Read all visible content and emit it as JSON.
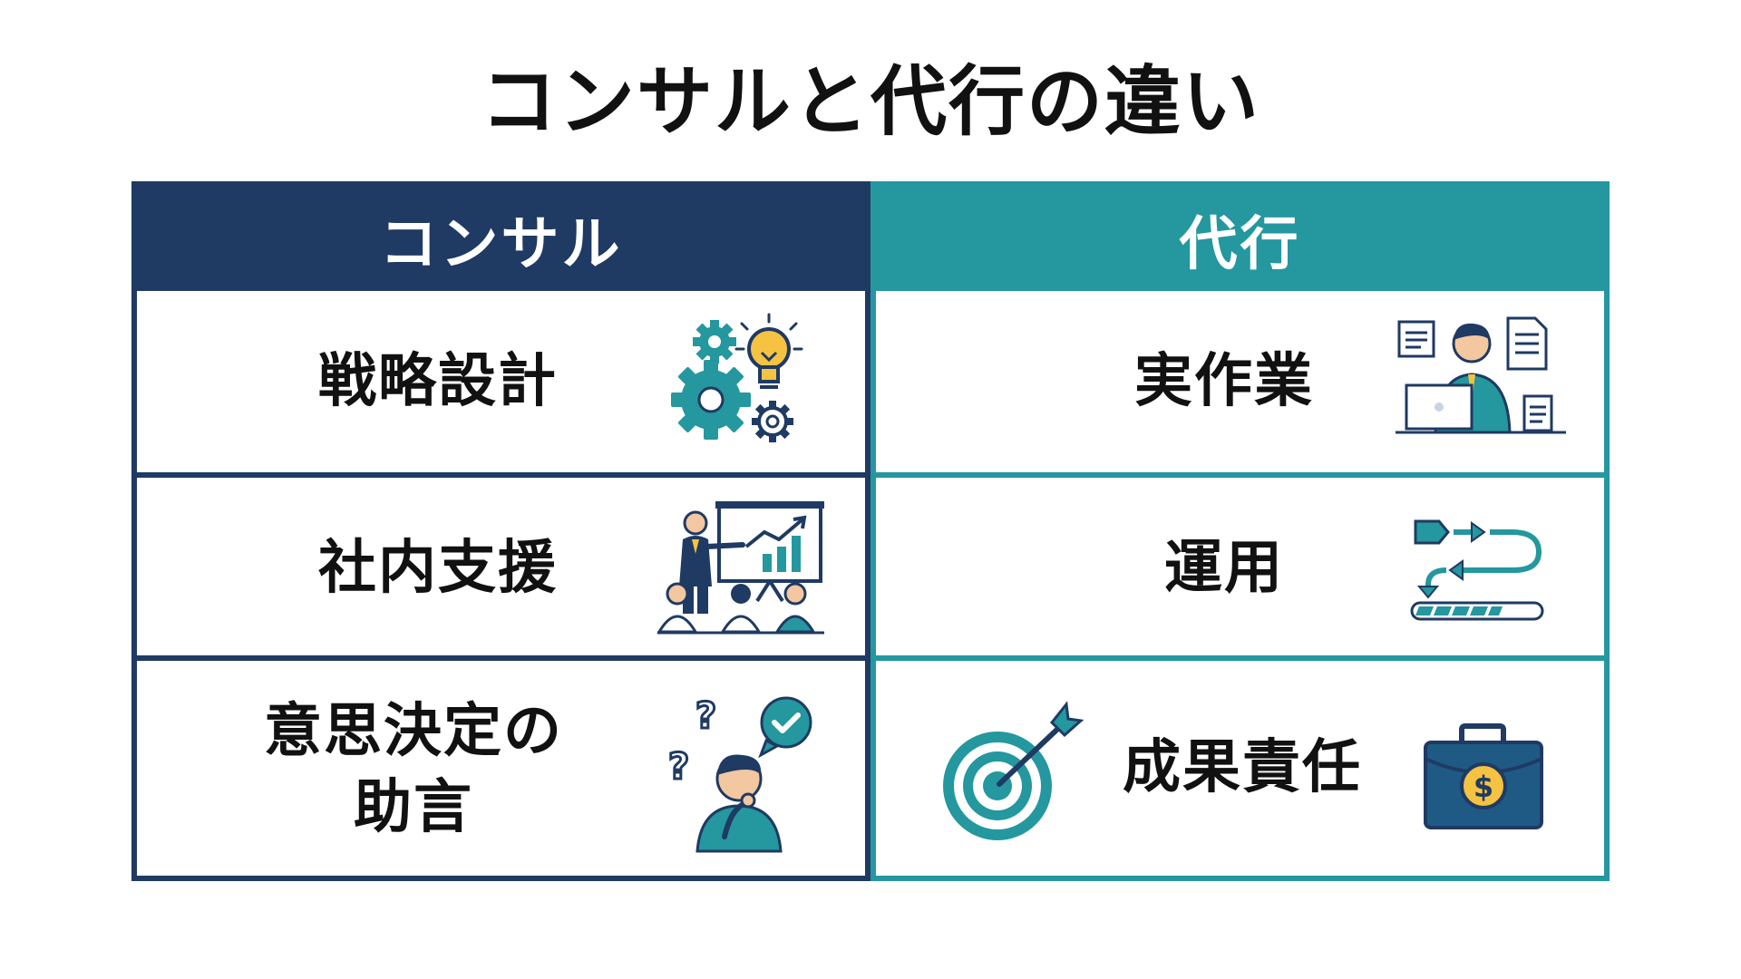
{
  "title": "コンサルと代行の違い",
  "consult": {
    "header": "コンサル",
    "rows": [
      {
        "label": "戦略設計",
        "icon": "gears-lightbulb-icon"
      },
      {
        "label": "社内支援",
        "icon": "presentation-team-icon"
      },
      {
        "label_line1": "意思決定の",
        "label_line2": "助言",
        "icon": "thinking-person-icon"
      }
    ]
  },
  "agency": {
    "header": "代行",
    "rows": [
      {
        "label": "実作業",
        "icon": "worker-laptop-icon"
      },
      {
        "label": "運用",
        "icon": "workflow-progress-icon"
      },
      {
        "label": "成果責任",
        "icon_left": "target-arrow-icon",
        "icon_right": "briefcase-dollar-icon",
        "currency": "$"
      }
    ]
  },
  "colors": {
    "navy": "#1f3a63",
    "teal": "#24979f",
    "accent": "#f5c242"
  }
}
